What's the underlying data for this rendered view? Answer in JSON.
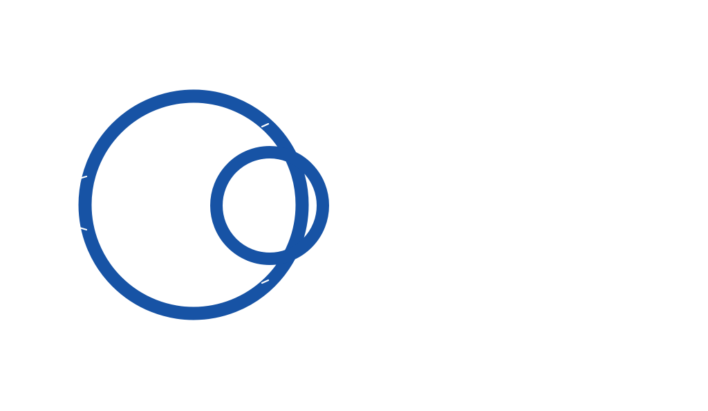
{
  "diagram": {
    "kind": "two overlapping circles",
    "background_color": "#ffffff",
    "stroke_color": "#1753a5",
    "tick_color": "#ffffff",
    "elements": [
      {
        "name": "large-circle",
        "role": "outline circle"
      },
      {
        "name": "small-circle",
        "role": "outline circle overlapping the right edge of the large circle"
      }
    ]
  }
}
